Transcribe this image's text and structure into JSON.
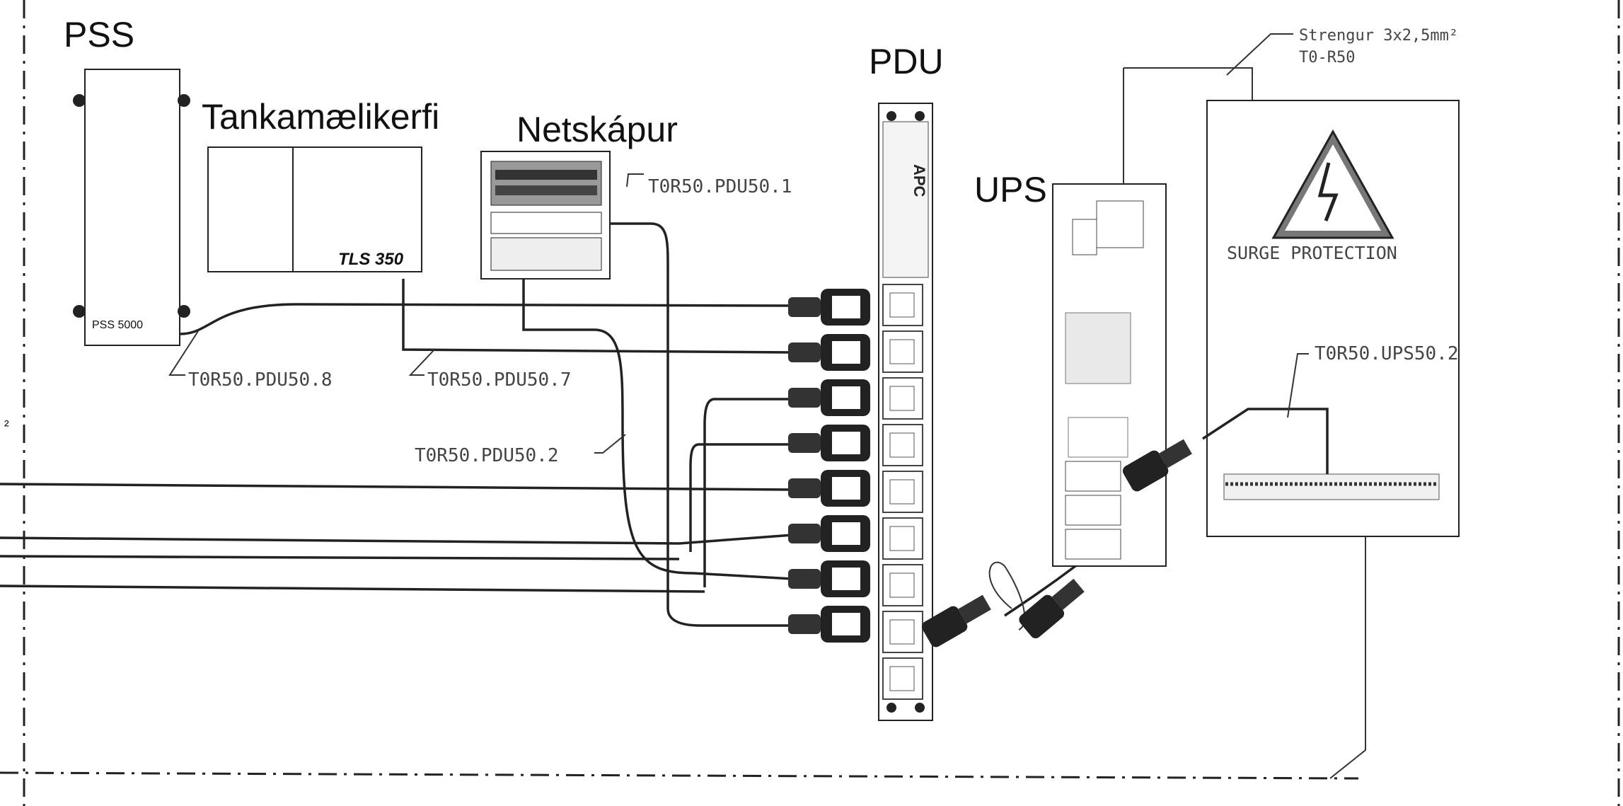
{
  "labels": {
    "pss": "PSS",
    "tank": "Tankamælikerfi",
    "netskapur": "Netskápur",
    "pdu": "PDU",
    "ups": "UPS",
    "pss_model": "PSS 5000",
    "tls": "TLS 350",
    "strengur_line1": "Strengur 3x2,5mm²",
    "strengur_line2": "T0-R50",
    "surge": "SURGE PROTECTION",
    "cable_pdu1": "T0R50.PDU50.1",
    "cable_pdu2": "T0R50.PDU50.2",
    "cable_pdu7": "T0R50.PDU50.7",
    "cable_pdu8": "T0R50.PDU50.8",
    "cable_ups2": "T0R50.UPS50.2",
    "edge_unit": "²"
  },
  "icons": {
    "warning": "high-voltage-warning-icon",
    "plug": "iec-plug-icon",
    "outlet": "iec-outlet-icon"
  }
}
